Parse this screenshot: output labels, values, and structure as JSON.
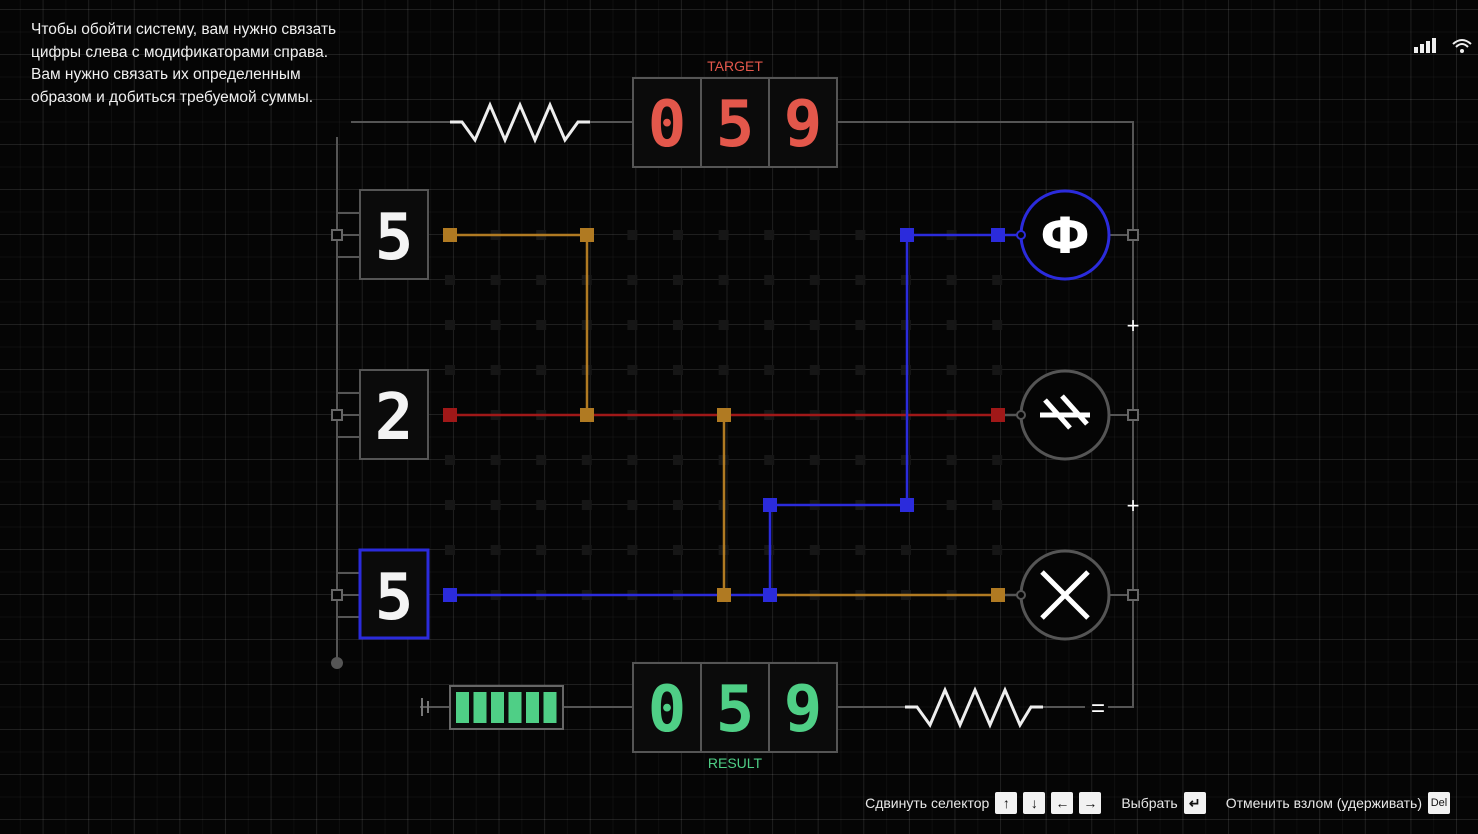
{
  "intro_text": "Чтобы обойти систему, вам нужно связать цифры слева с модификаторами справа. Вам нужно связать их определенным образом и добиться требуемой суммы.",
  "target": {
    "label": "TARGET",
    "digits": [
      "0",
      "5",
      "9"
    ]
  },
  "result": {
    "label": "RESULT",
    "digits": [
      "0",
      "5",
      "9"
    ]
  },
  "inputs": [
    {
      "digit": "5",
      "selected": false
    },
    {
      "digit": "2",
      "selected": false
    },
    {
      "digit": "5",
      "selected": true
    }
  ],
  "modifiers": [
    {
      "symbol": "Ф",
      "icon": "phi-icon",
      "active": true
    },
    {
      "symbol": "≁",
      "icon": "strikethrough-equals-icon",
      "active": false
    },
    {
      "symbol": "×",
      "icon": "multiply-icon",
      "active": false
    }
  ],
  "operators": [
    "+",
    "+",
    "="
  ],
  "battery_cells": 6,
  "colors": {
    "target": "#e3574b",
    "result": "#4fcf86",
    "selected": "#2b2bdc",
    "orange": "#b07a22",
    "red": "#a01818"
  },
  "footer": {
    "move_label": "Сдвинуть селектор",
    "keys": [
      "↑",
      "↓",
      "←",
      "→"
    ],
    "select_label": "Выбрать",
    "select_key": "↵",
    "cancel_label": "Отменить взлом (удерживать)",
    "cancel_key": "Del"
  }
}
